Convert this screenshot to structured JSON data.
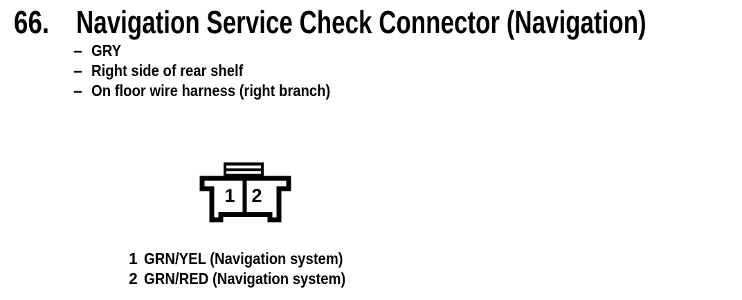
{
  "colors": {
    "text": "#000000",
    "background": "#ffffff"
  },
  "header": {
    "number": "66.",
    "title": "Navigation Service Check Connector (Navigation)"
  },
  "details": {
    "bullet_char": "–",
    "items": [
      "GRY",
      "Right side of rear shelf",
      "On floor wire harness (right branch)"
    ]
  },
  "connector": {
    "type": "2-cavity connector, wire side view",
    "cavity_labels": [
      "1",
      "2"
    ]
  },
  "pin_table": {
    "rows": [
      {
        "pin": "1",
        "wire": "GRN/YEL (Navigation system)"
      },
      {
        "pin": "2",
        "wire": "GRN/RED (Navigation system)"
      }
    ]
  }
}
